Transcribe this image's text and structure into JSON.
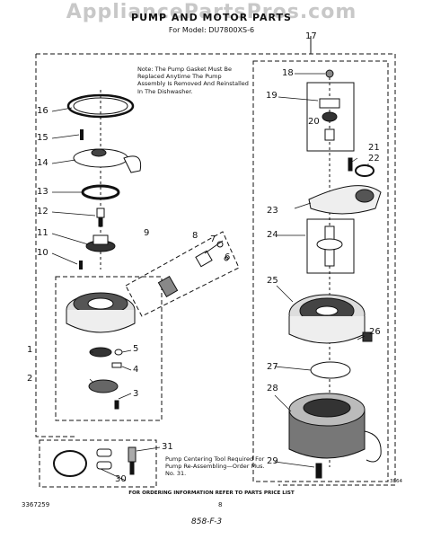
{
  "header": {
    "watermark": "AppliancePartsPros.com",
    "title": "PUMP AND MOTOR PARTS",
    "model": "For Model: DU7800XS-6"
  },
  "note": "Note: The Pump Gasket Must Be Replaced Anytime The Pump Assembly Is Removed And Reinstalled In The Dishwasher.",
  "tool_note": "Pump Centering Tool Required For Pump Re-Assembling—Order Mus. No. 31.",
  "footer": {
    "ordering_info": "FOR ORDERING INFORMATION REFER TO PARTS PRICE LIST",
    "doc_number": "3367259",
    "page_number": "8",
    "handwritten": "858-F-3",
    "drawing_code": "3864"
  },
  "callouts": [
    "1",
    "2",
    "3",
    "4",
    "5",
    "6",
    "7",
    "8",
    "9",
    "10",
    "11",
    "12",
    "13",
    "14",
    "15",
    "16",
    "17",
    "18",
    "19",
    "20",
    "21",
    "22",
    "23",
    "24",
    "25",
    "26",
    "27",
    "28",
    "29",
    "30",
    "31"
  ]
}
